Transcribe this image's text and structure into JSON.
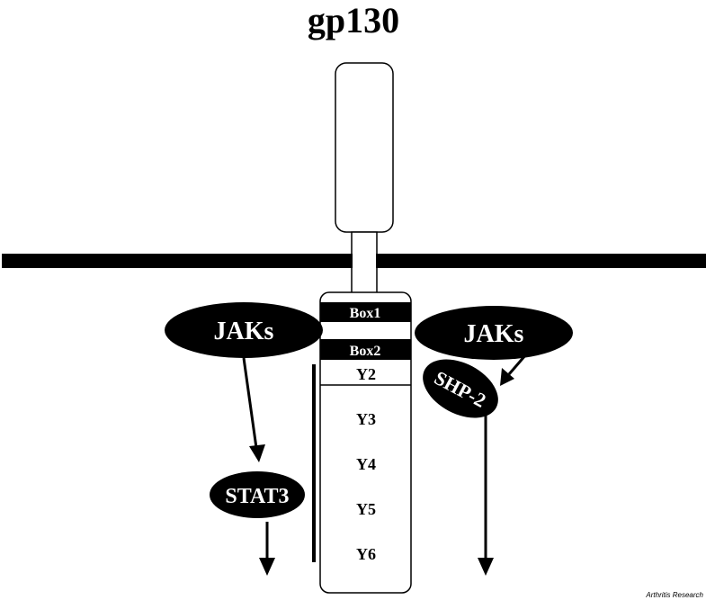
{
  "title": "gp130",
  "membrane": {
    "color": "#000000"
  },
  "receptor": {
    "boxes": [
      {
        "label": "Box1"
      },
      {
        "label": "Box2"
      }
    ],
    "tyrosines": [
      {
        "label": "Y2"
      },
      {
        "label": "Y3"
      },
      {
        "label": "Y4"
      },
      {
        "label": "Y5"
      },
      {
        "label": "Y6"
      }
    ]
  },
  "molecules": {
    "jaks_left": {
      "label": "JAKs"
    },
    "jaks_right": {
      "label": "JAKs"
    },
    "stat3": {
      "label": "STAT3"
    },
    "shp2": {
      "label": "SHP-2"
    }
  },
  "credit": "Arthritis Research",
  "colors": {
    "ink": "#000000",
    "paper": "#ffffff"
  }
}
